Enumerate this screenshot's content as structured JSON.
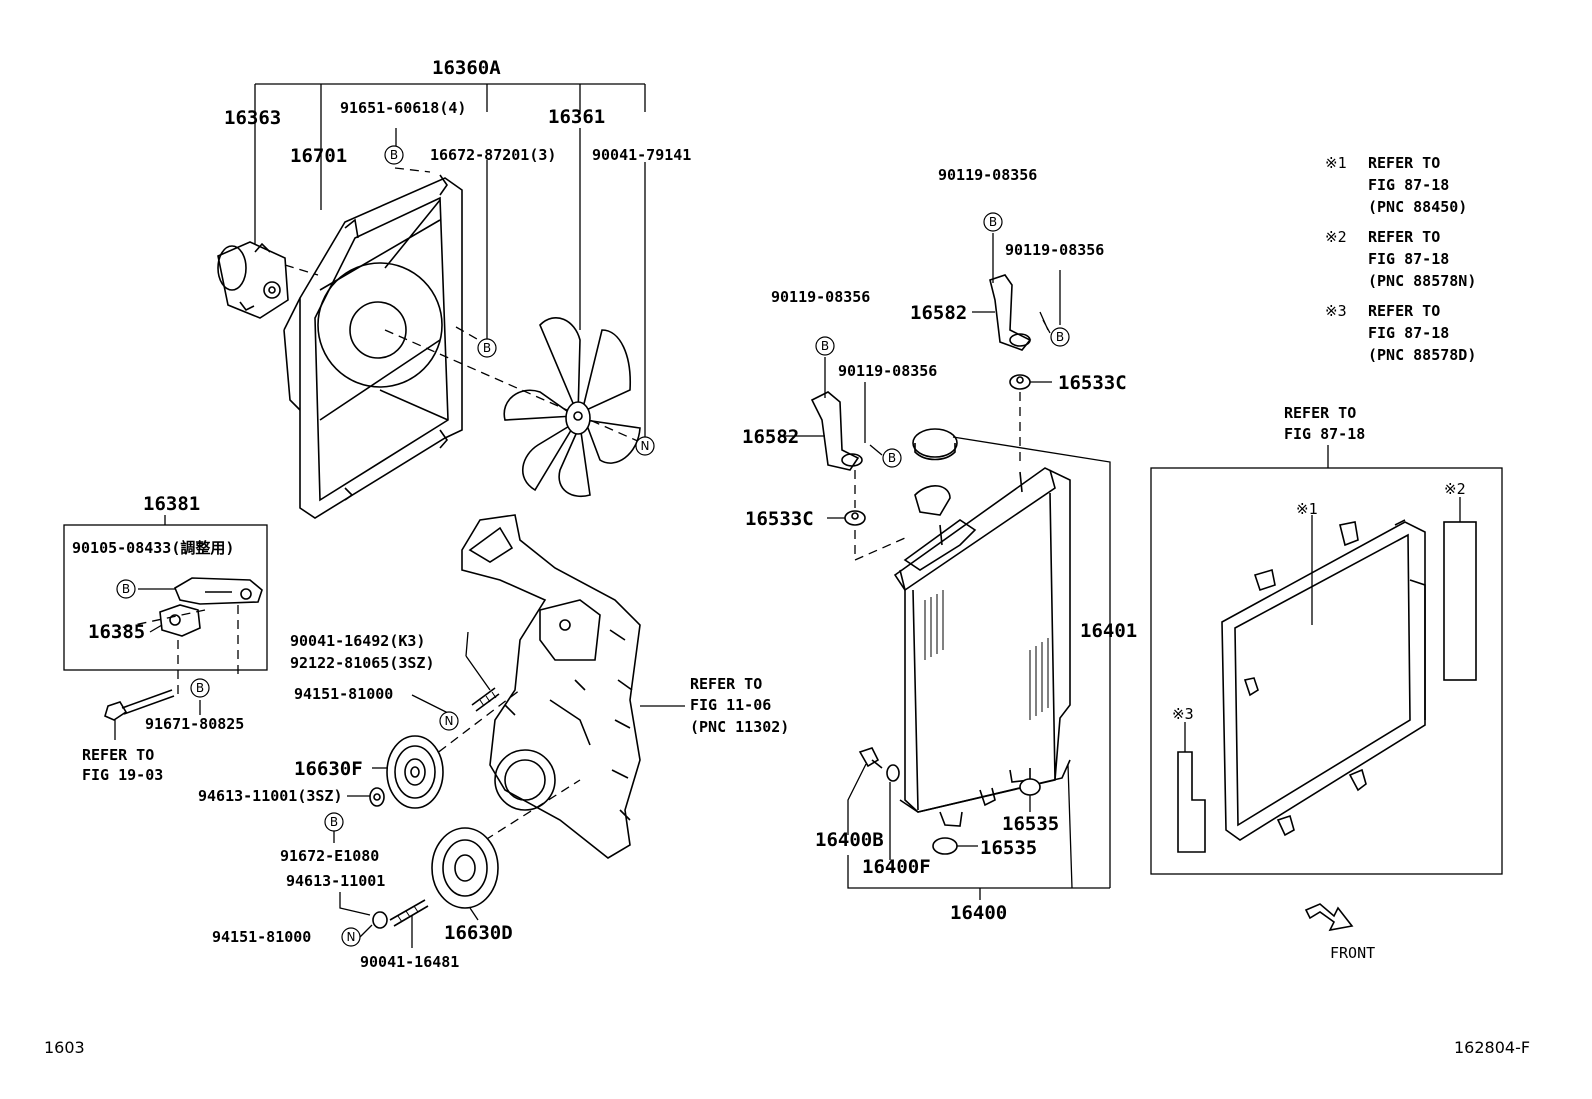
{
  "labels": {
    "p16360A": "16360A",
    "p16363": "16363",
    "p16701": "16701",
    "p91651": "91651-60618(4)",
    "p16672": "16672-87201(3)",
    "p16361": "16361",
    "p90041_79141": "90041-79141",
    "p16381": "16381",
    "p90105": "90105-08433(調整用)",
    "p16385": "16385",
    "p91671": "91671-80825",
    "ref19_a": "REFER TO",
    "ref19_b": "FIG 19-03",
    "p90041_16492": "90041-16492(K3)",
    "p92122": "92122-81065(3SZ)",
    "p94151_a": "94151-81000",
    "p16630F": "16630F",
    "p94613_a": "94613-11001(3SZ)",
    "p91672": "91672-E1080",
    "p94613_b": "94613-11001",
    "p94151_b": "94151-81000",
    "p16630D": "16630D",
    "p90041_16481": "90041-16481",
    "ref11_a": "REFER TO",
    "ref11_b": "FIG 11-06",
    "ref11_c": "(PNC 11302)",
    "p90119_top": "90119-08356",
    "p90119_mid": "90119-08356",
    "p90119_left": "90119-08356",
    "p90119_left2": "90119-08356",
    "p16582_r": "16582",
    "p16582_l": "16582",
    "p16533C_r": "16533C",
    "p16533C_l": "16533C",
    "p16401": "16401",
    "p16400B": "16400B",
    "p16400F": "16400F",
    "p16535_a": "16535",
    "p16535_b": "16535",
    "p16400": "16400",
    "n1_mark": "※1",
    "n1_a": "REFER TO",
    "n1_b": "FIG 87-18",
    "n1_c": "(PNC 88450)",
    "n2_mark": "※2",
    "n2_a": "REFER TO",
    "n2_b": "FIG 87-18",
    "n2_c": "(PNC 88578N)",
    "n3_mark": "※3",
    "n3_a": "REFER TO",
    "n3_b": "FIG 87-18",
    "n3_c": "(PNC 88578D)",
    "ref87_a": "REFER TO",
    "ref87_b": "FIG 87-18",
    "cond_m1": "※1",
    "cond_m2": "※2",
    "cond_m3": "※3",
    "front": "FRONT"
  },
  "markers": {
    "b": "B",
    "n": "N"
  },
  "footer": {
    "left": "1603",
    "right": "162804-F"
  }
}
